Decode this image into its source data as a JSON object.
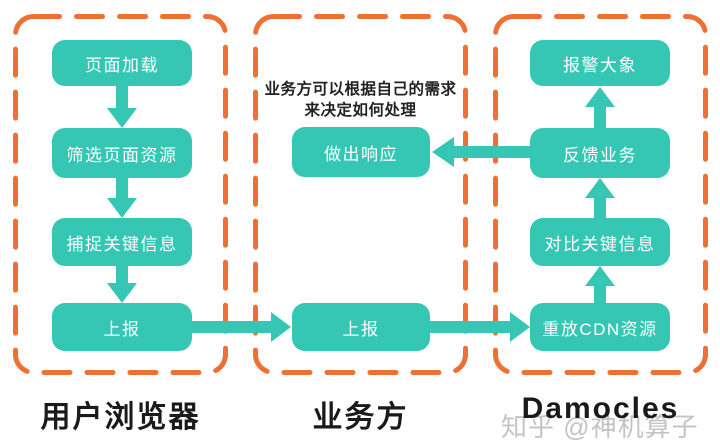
{
  "diagram": {
    "columns": [
      {
        "label": "用户浏览器",
        "boxes": [
          "页面加载",
          "筛选页面资源",
          "捕捉关键信息",
          "上报"
        ]
      },
      {
        "label": "业务方",
        "note_line1": "业务方可以根据自己的需求",
        "note_line2": "来决定如何处理",
        "boxes": [
          "做出响应",
          "上报"
        ]
      },
      {
        "label": "Damocles",
        "boxes": [
          "报警大象",
          "反馈业务",
          "对比关键信息",
          "重放CDN资源"
        ]
      }
    ],
    "watermark": "知乎 @神机算子",
    "colors": {
      "node_teal": "#35C7B4",
      "border_orange": "#EE7133",
      "label_dark": "#1A1A1A",
      "watermark_gray": "#C4C4C4",
      "node_text": "#FFFFFF"
    }
  }
}
